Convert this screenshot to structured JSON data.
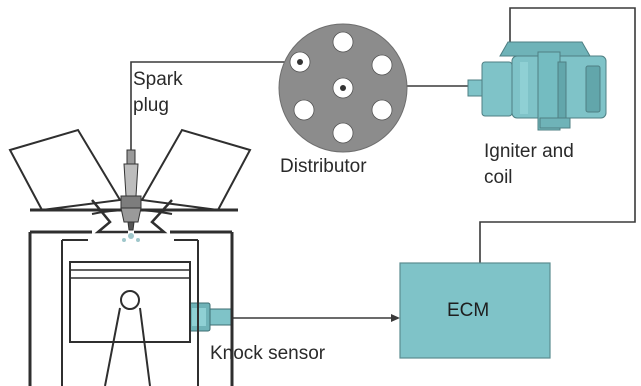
{
  "labels": {
    "spark_plug": [
      "Spark",
      "plug"
    ],
    "distributor": "Distributor",
    "igniter_coil": [
      "Igniter and",
      "coil"
    ],
    "ecm": "ECM",
    "knock_sensor": "Knock sensor"
  },
  "colors": {
    "component_fill": "#7fc3c8",
    "component_dark": "#4f9aa0",
    "distributor_fill": "#8c8c8c",
    "engine_fill": "#ffffff",
    "line": "#3a3a3a"
  }
}
